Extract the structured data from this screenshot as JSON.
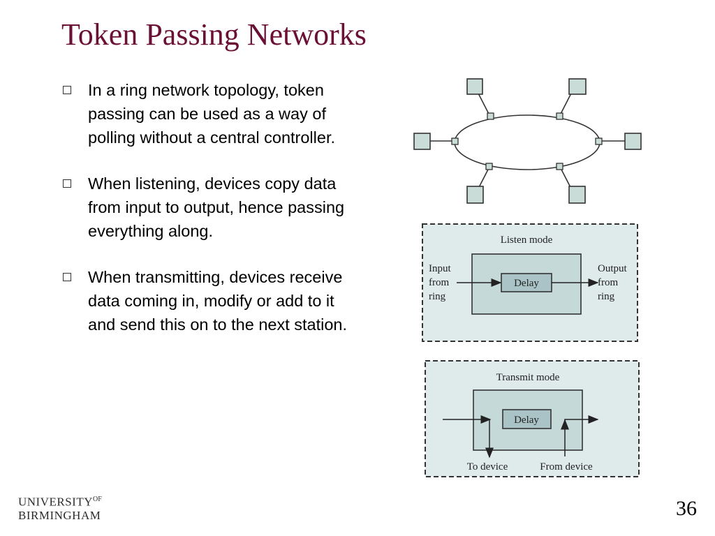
{
  "slide": {
    "title": "Token Passing Networks",
    "page_number": "36"
  },
  "bullets": [
    "In a ring network topology, token passing can be used as a way of polling without a central controller.",
    "When listening, devices copy data from input to output, hence passing everything along.",
    "When transmitting, devices receive data coming in, modify or add to it and send this on to the next station."
  ],
  "figures": {
    "listen": {
      "title": "Listen mode",
      "delay": "Delay",
      "input_lines": [
        "Input",
        "from",
        "ring"
      ],
      "output_lines": [
        "Output",
        "from",
        "ring"
      ]
    },
    "transmit": {
      "title": "Transmit mode",
      "delay": "Delay",
      "to_device": "To device",
      "from_device": "From device"
    }
  },
  "logo": {
    "line1": "UNIVERSITY",
    "of": "OF",
    "line2": "BIRMINGHAM"
  },
  "colors": {
    "title": "#6b1035",
    "station_fill": "#c9dcd8",
    "panel_fill": "#dfeaea",
    "inner_fill": "#c5dad8",
    "delay_fill": "#a9c3c7"
  }
}
